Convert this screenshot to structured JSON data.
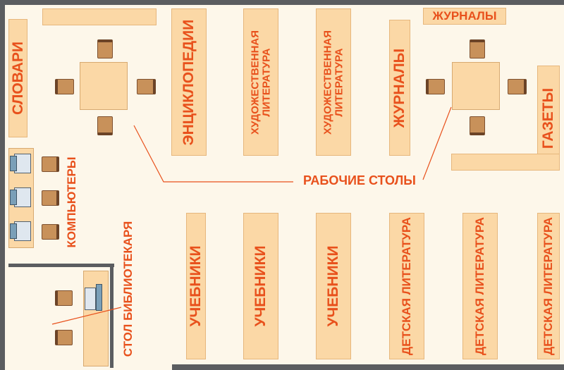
{
  "labels": {
    "slovari": "СЛОВАРИ",
    "enciklopedii": "ЭНЦИКЛОПЕДИИ",
    "hud_lit_1": "ХУДОЖЕСТВЕННАЯ\nЛИТЕРАТУРА",
    "hud_lit_2": "ХУДОЖЕСТВЕННАЯ\nЛИТЕРАТУРА",
    "zhurnaly_shelf": "ЖУРНАЛЫ",
    "zhurnaly_top": "ЖУРНАЛЫ",
    "gazety": "ГАЗЕТЫ",
    "rabochie_stoly": "РАБОЧИЕ СТОЛЫ",
    "kompyutery": "КОМПЬЮТЕРЫ",
    "stol_bibliotekarya": "СТОЛ БИБЛИОТЕКАРЯ",
    "uchebniki_1": "УЧЕБНИКИ",
    "uchebniki_2": "УЧЕБНИКИ",
    "uchebniki_3": "УЧЕБНИКИ",
    "detskaya_1": "ДЕТСКАЯ ЛИТЕРАТУРА",
    "detskaya_2": "ДЕТСКАЯ ЛИТЕРАТУРА",
    "detskaya_3": "ДЕТСКАЯ ЛИТЕРАТУРА"
  },
  "colors": {
    "floor": "#fdf7ea",
    "shelf": "#fbd8a6",
    "label": "#e8511c",
    "wall": "#5b5d60",
    "chair": "#c8915a"
  }
}
